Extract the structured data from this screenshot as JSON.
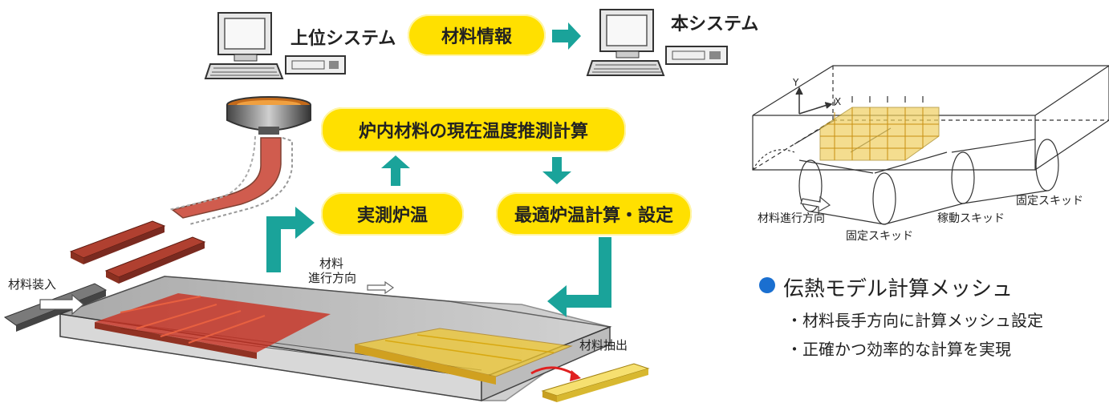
{
  "upper_system": "上位システム",
  "this_system": "本システム",
  "material_info": "材料情報",
  "estimation": "炉内材料の現在温度推測計算",
  "measured_temp": "実測炉温",
  "optimal_calc": "最適炉温計算・設定",
  "material_charge": "材料装入",
  "material_direction_line1": "材料",
  "material_direction_line2": "進行方向",
  "material_extract": "材料抽出",
  "mesh": {
    "axis_y": "Y",
    "axis_x": "X",
    "direction": "材料進行方向",
    "fixed_skid_1": "固定スキッド",
    "moving_skid": "稼動スキッド",
    "fixed_skid_2": "固定スキッド"
  },
  "model_title": "伝熱モデル計算メッシュ",
  "bullet_1": "・材料長手方向に計算メッシュ設定",
  "bullet_2": "・正確かつ効率的な計算を実現",
  "colors": {
    "accent_yellow": "#ffe000",
    "arrow_teal": "#1aa39a",
    "bullet_blue": "#1a6fd0"
  }
}
